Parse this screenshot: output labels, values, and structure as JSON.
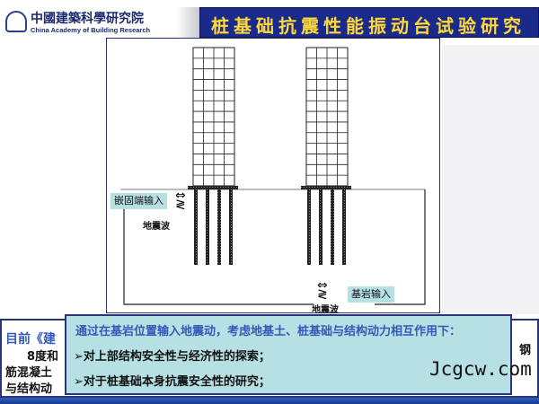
{
  "header": {
    "logo_cn": "中國建築科學研究院",
    "logo_en": "China Academy of Building Research",
    "title": "桩基础抗震性能振动台试验研究"
  },
  "diagram": {
    "fixed_input_label": "嵌固端输入",
    "bedrock_input_label": "基岩输入",
    "wave_label_1": "地震波",
    "wave_label_2": "地震波"
  },
  "background_text": {
    "line1": "目前《建",
    "line2": "8度和",
    "line2_right": "钢",
    "line3": "筋混凝土",
    "line4": "与结构动"
  },
  "popup": {
    "heading": "通过在基岩位置输入地震动，考虑地基土、桩基础与结构动力相互作用下：",
    "items": [
      "➢对上部结构安全性与经济性的探索；",
      "➢对于桩基础本身抗震安全性的研究；"
    ]
  },
  "watermark": "Jcgcw.com"
}
